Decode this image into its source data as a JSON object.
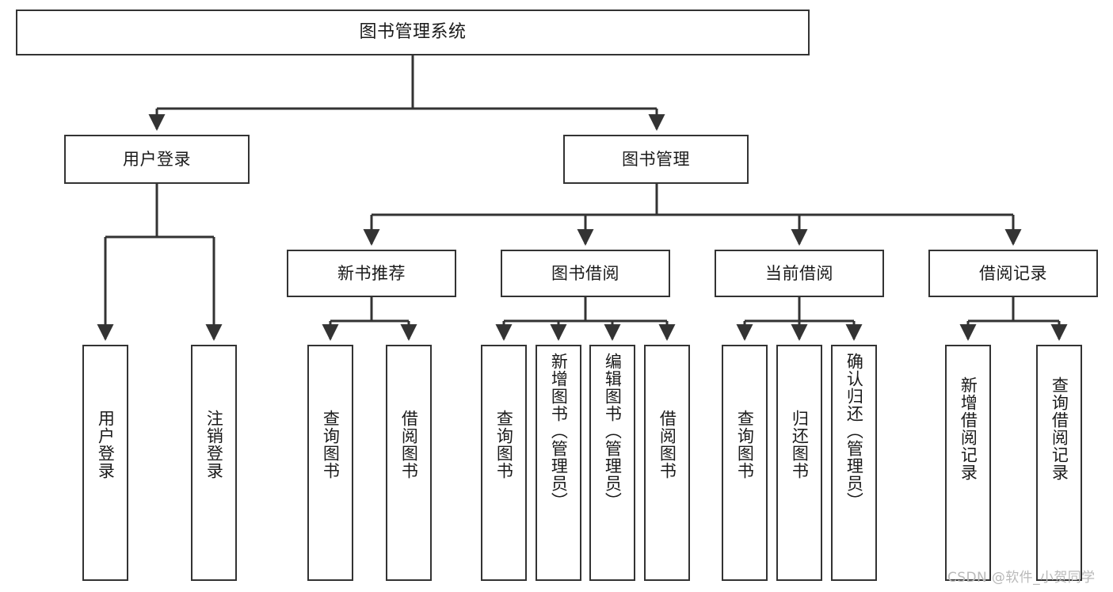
{
  "diagram": {
    "type": "tree",
    "title": "图书管理系统",
    "colors": {
      "stroke": "#333333",
      "node_fill": "#ffffff",
      "background": "#ffffff",
      "watermark": "#b9b9b9"
    },
    "levels": {
      "root": {
        "label": "图书管理系统"
      },
      "level2": [
        {
          "id": "user-login",
          "label": "用户登录"
        },
        {
          "id": "book-manage",
          "label": "图书管理"
        }
      ],
      "level3": [
        {
          "id": "new-book-recommend",
          "label": "新书推荐",
          "parent": "book-manage"
        },
        {
          "id": "book-borrow",
          "label": "图书借阅",
          "parent": "book-manage"
        },
        {
          "id": "current-borrow",
          "label": "当前借阅",
          "parent": "book-manage"
        },
        {
          "id": "borrow-record",
          "label": "借阅记录",
          "parent": "book-manage"
        }
      ],
      "leaves": [
        {
          "id": "leaf-user-login",
          "label": "用户登录",
          "parent": "user-login"
        },
        {
          "id": "leaf-logout-login",
          "label": "注销登录",
          "parent": "user-login"
        },
        {
          "id": "leaf-query-book-1",
          "label": "查询图书",
          "parent": "new-book-recommend"
        },
        {
          "id": "leaf-borrow-book-1",
          "label": "借阅图书",
          "parent": "new-book-recommend"
        },
        {
          "id": "leaf-query-book-2",
          "label": "查询图书",
          "parent": "book-borrow"
        },
        {
          "id": "leaf-add-book",
          "label": "新增图书（管理员）",
          "parent": "book-borrow"
        },
        {
          "id": "leaf-edit-book",
          "label": "编辑图书（管理员）",
          "parent": "book-borrow"
        },
        {
          "id": "leaf-borrow-book-2",
          "label": "借阅图书",
          "parent": "book-borrow"
        },
        {
          "id": "leaf-query-book-3",
          "label": "查询图书",
          "parent": "current-borrow"
        },
        {
          "id": "leaf-return-book",
          "label": "归还图书",
          "parent": "current-borrow"
        },
        {
          "id": "leaf-confirm-return",
          "label": "确认归还（管理员）",
          "parent": "current-borrow"
        },
        {
          "id": "leaf-add-record",
          "label": "新增借阅记录",
          "parent": "borrow-record"
        },
        {
          "id": "leaf-query-record",
          "label": "查询借阅记录",
          "parent": "borrow-record"
        }
      ]
    }
  },
  "watermark": {
    "text": "CSDN @软件_小贺同学"
  }
}
